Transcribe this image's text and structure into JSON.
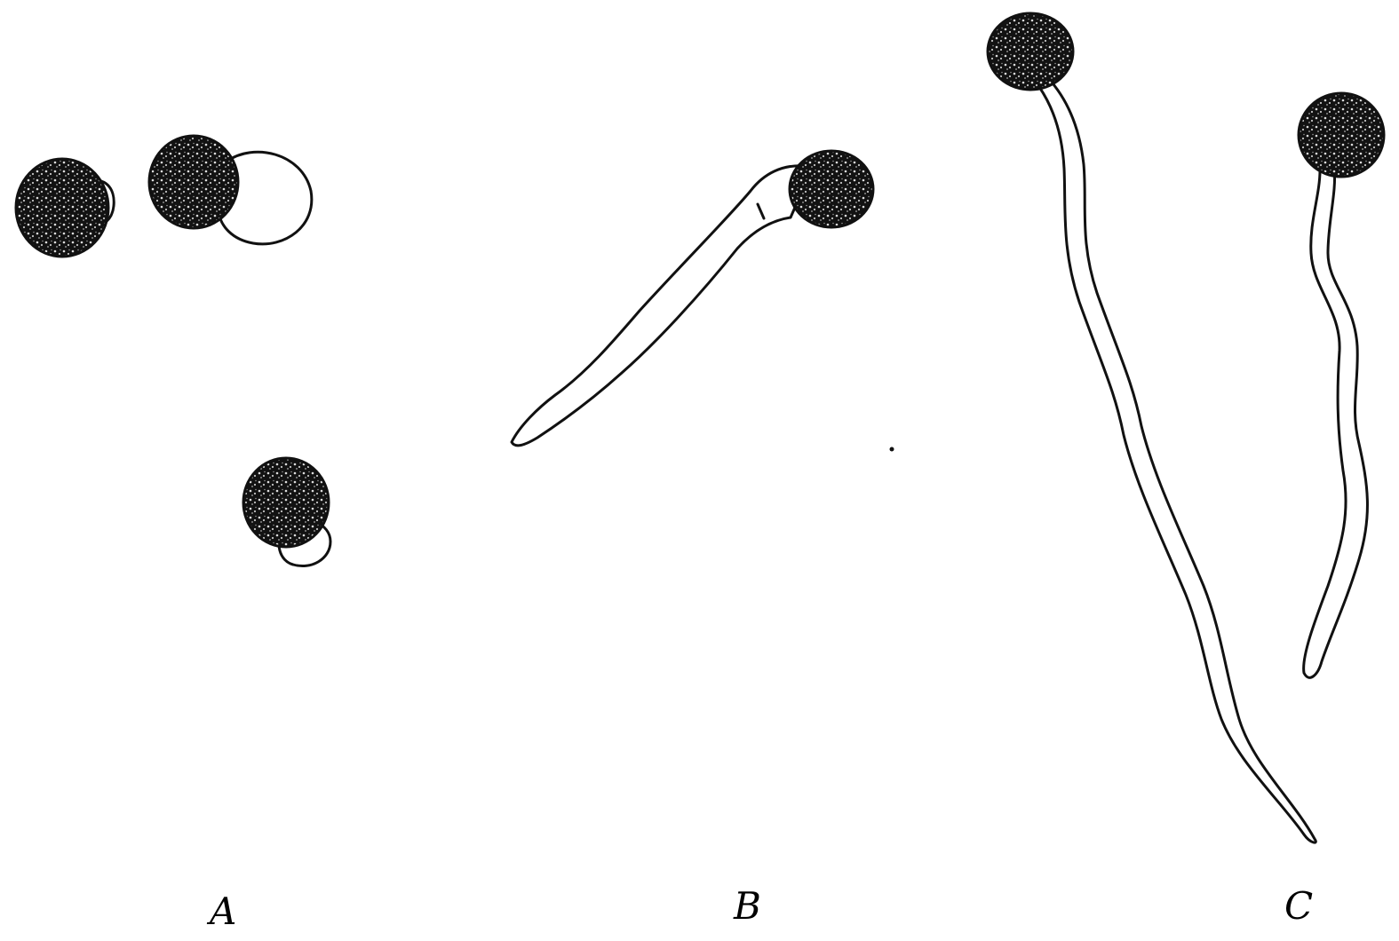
{
  "figure": {
    "panels": [
      {
        "id": "A",
        "label": "A"
      },
      {
        "id": "B",
        "label": "B"
      },
      {
        "id": "C",
        "label": "C"
      }
    ],
    "colors": {
      "ink": "#111111",
      "background": "#ffffff"
    }
  }
}
